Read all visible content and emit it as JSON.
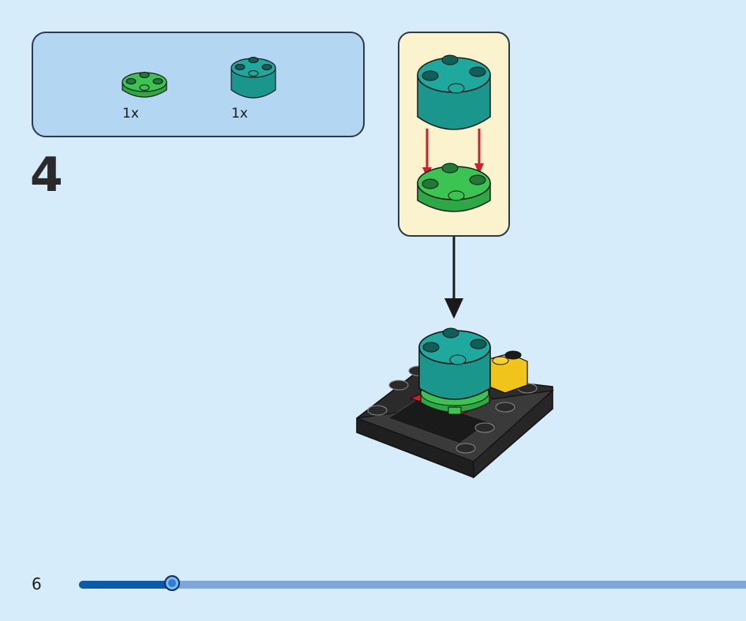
{
  "parts_list": {
    "items": [
      {
        "name": "green-round-plate-2x2",
        "color": "#3cc453",
        "quantity": "1x"
      },
      {
        "name": "teal-round-brick-2x2",
        "color": "#1fa89e",
        "quantity": "1x"
      }
    ]
  },
  "step": {
    "number": "4"
  },
  "footer": {
    "page_number": "6",
    "progress_fraction": 0.14
  },
  "colors": {
    "background": "#d6ecfb",
    "parts_box": "#b3d6f3",
    "callout": "#fbf3cd",
    "arrow_red": "#d0202e",
    "progress_dark": "#0b5aa8",
    "progress_light": "#7ea6d8"
  }
}
